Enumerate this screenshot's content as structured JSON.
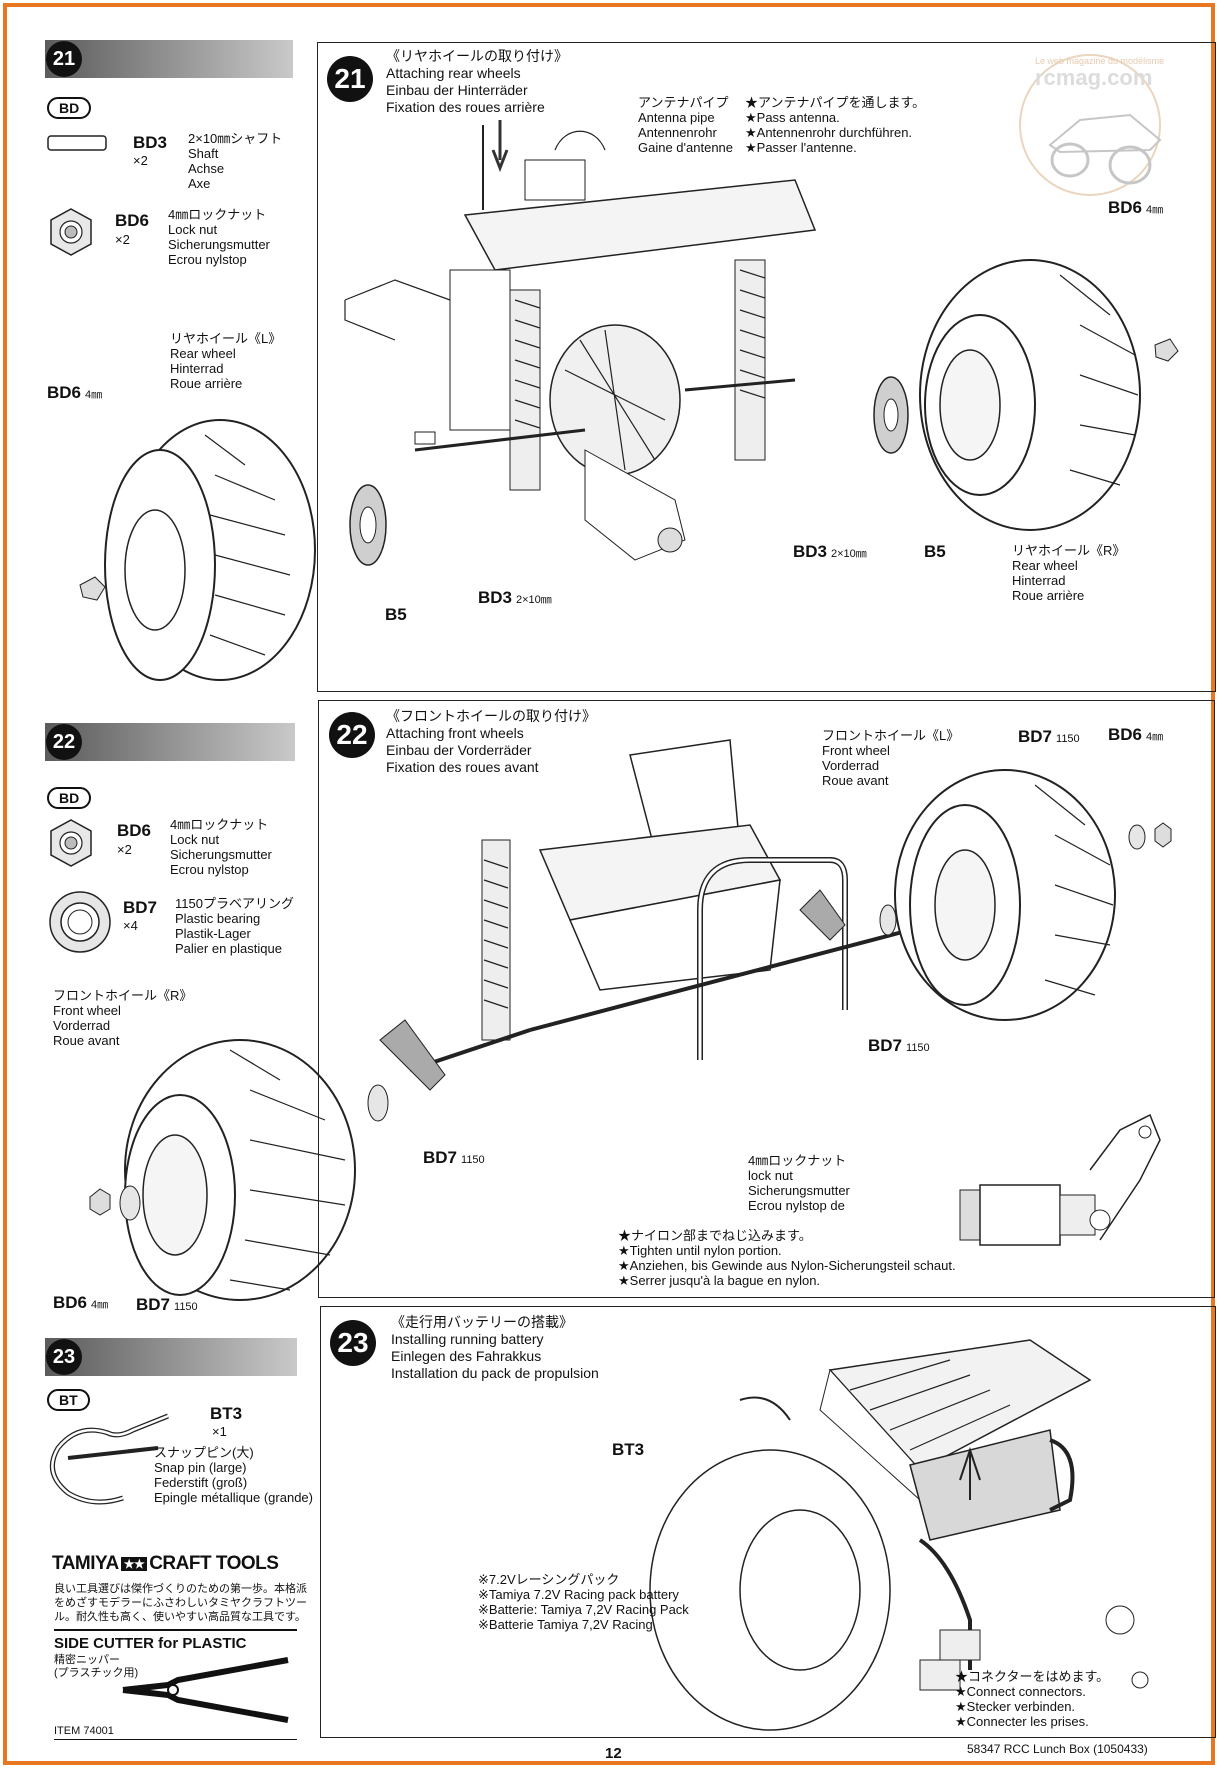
{
  "watermark": {
    "brand": "rcmag.com",
    "tagline": "Le web magazine du modélisme"
  },
  "step21": {
    "number": "21",
    "bag": "BD",
    "parts": [
      {
        "code": "BD3",
        "qty": "×2",
        "desc": "2×10㎜シャフト\nShaft\nAchse\nAxe"
      },
      {
        "code": "BD6",
        "qty": "×2",
        "desc": "4㎜ロックナット\nLock nut\nSicherungsmutter\nEcrou nylstop"
      }
    ],
    "title": "《リヤホイールの取り付け》\nAttaching rear wheels\nEinbau der Hinterräder\nFixation des roues arrière",
    "antenna_label": "アンテナパイプ\nAntenna pipe\nAntennenrohr\nGaine d'antenne",
    "antenna_note": "★アンテナパイプを通します。\n★Pass antenna.\n★Antennenrohr durchführen.\n★Passer l'antenne.",
    "wheel_left": "リヤホイール《L》\nRear wheel\nHinterrad\nRoue arrière",
    "wheel_right": "リヤホイール《R》\nRear wheel\nHinterrad\nRoue arrière",
    "bd6_left": "BD6",
    "bd6_left_size": "4㎜",
    "bd6_right": "BD6",
    "bd6_right_size": "4㎜",
    "b5_left": "B5",
    "b5_right": "B5",
    "bd3_left": "BD3",
    "bd3_left_size": "2×10㎜",
    "bd3_right": "BD3",
    "bd3_right_size": "2×10㎜"
  },
  "step22": {
    "number": "22",
    "bag": "BD",
    "parts": [
      {
        "code": "BD6",
        "qty": "×2",
        "desc": "4㎜ロックナット\nLock nut\nSicherungsmutter\nEcrou nylstop"
      },
      {
        "code": "BD7",
        "qty": "×4",
        "desc": "1150プラベアリング\nPlastic bearing\nPlastik-Lager\nPalier en plastique"
      }
    ],
    "title": "《フロントホイールの取り付け》\nAttaching front wheels\nEinbau der Vorderräder\nFixation des roues avant",
    "wheel_left": "フロントホイール《L》\nFront wheel\nVorderrad\nRoue avant",
    "wheel_right": "フロントホイール《R》\nFront wheel\nVorderrad\nRoue avant",
    "bd7_top": "BD7",
    "bd7_top_size": "1150",
    "bd6_top": "BD6",
    "bd6_top_size": "4㎜",
    "bd7_mid": "BD7",
    "bd7_mid_size": "1150",
    "bd7_low": "BD7",
    "bd7_low_size": "1150",
    "bd6_bottom": "BD6",
    "bd6_bottom_size": "4㎜",
    "bd7_bottom": "BD7",
    "bd7_bottom_size": "1150",
    "locknut_label": "4㎜ロックナット\nlock nut\nSicherungsmutter\nEcrou nylstop de",
    "tighten_note": "★ナイロン部までねじ込みます。\n★Tighten until nylon portion.\n★Anziehen, bis Gewinde aus Nylon-Sicherungsteil schaut.\n★Serrer jusqu'à la bague en nylon."
  },
  "step23": {
    "number": "23",
    "bag": "BT",
    "part": {
      "code": "BT3",
      "qty": "×1",
      "desc": "スナップピン(大)\nSnap pin (large)\nFederstift (groß)\nEpingle métallique (grande)"
    },
    "title": "《走行用バッテリーの搭載》\nInstalling running battery\nEinlegen des Fahrakkus\nInstallation du pack de propulsion",
    "bt3_label": "BT3",
    "battery_label": "※7.2Vレーシングパック\n※Tamiya 7.2V Racing pack battery\n※Batterie: Tamiya 7,2V Racing Pack\n※Batterie Tamiya 7,2V Racing",
    "connector_note": "★コネクターをはめます。\n★Connect connectors.\n★Stecker verbinden.\n★Connecter les prises."
  },
  "ad": {
    "brand_left": "TAMIYA",
    "brand_right": "CRAFT TOOLS",
    "text": "良い工具選びは傑作づくりのための第一歩。本格派\nをめざすモデラーにふさわしいタミヤクラフトツー\nル。耐久性も高く、使いやすい高品質な工具です。",
    "tool_title": "SIDE CUTTER for PLASTIC",
    "tool_sub": "精密ニッパー\n(プラスチック用)",
    "item": "ITEM 74001"
  },
  "footer": {
    "page": "12",
    "product": "58347  RCC Lunch Box (1050433)"
  }
}
